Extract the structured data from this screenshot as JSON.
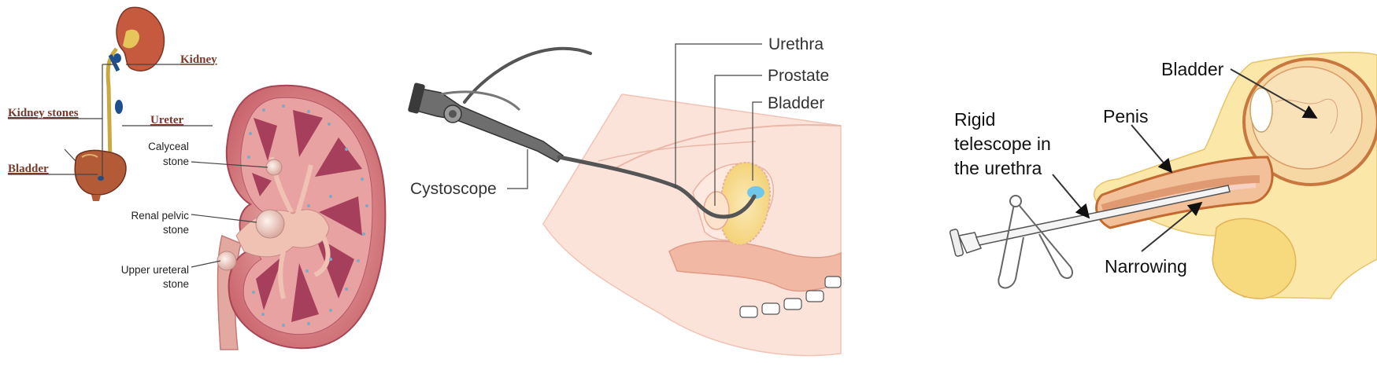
{
  "panel_urinary": {
    "kidney": "Kidney",
    "kidney_stones": "Kidney stones",
    "ureter": "Ureter",
    "bladder": "Bladder"
  },
  "panel_kidney": {
    "calyceal_1": "Calyceal",
    "calyceal_2": "stone",
    "renal_pelvic_1": "Renal pelvic",
    "renal_pelvic_2": "stone",
    "upper_ureteral_1": "Upper ureteral",
    "upper_ureteral_2": "stone"
  },
  "panel_cystoscope": {
    "urethra": "Urethra",
    "prostate": "Prostate",
    "bladder": "Bladder",
    "cystoscope": "Cystoscope"
  },
  "panel_telescope": {
    "bladder": "Bladder",
    "penis": "Penis",
    "rigid_1": "Rigid",
    "rigid_2": "telescope in",
    "rigid_3": "the urethra",
    "narrowing": "Narrowing"
  },
  "colors": {
    "kidney_outer": "#c9636b",
    "kidney_inner": "#e9a6a6",
    "pyramid": "#a53a55",
    "tissue_pink": "#f6d3c8",
    "bladder_yellow": "#f7e08a",
    "ureter_blue": "#1f4e8c"
  }
}
